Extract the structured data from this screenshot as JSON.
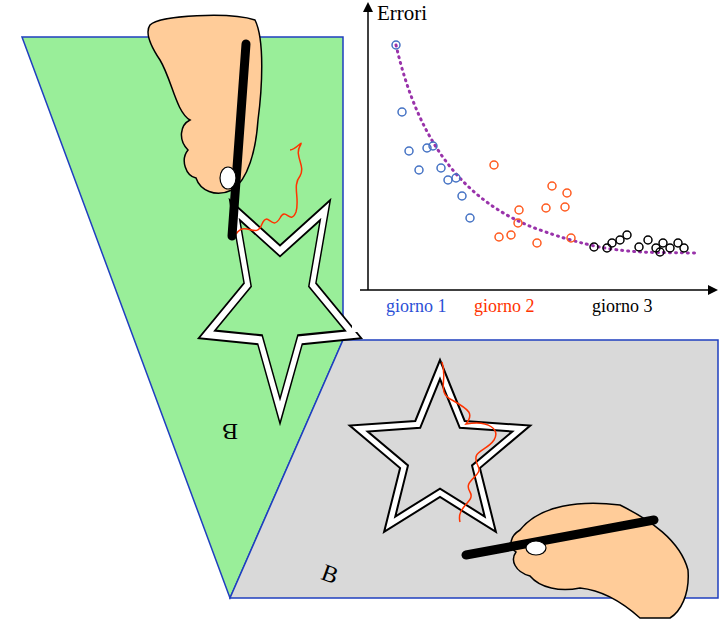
{
  "diagram": {
    "labels": [
      "Errori",
      "giorno 1",
      "giorno 2",
      "giorno 3",
      "B",
      "B"
    ]
  }
}
